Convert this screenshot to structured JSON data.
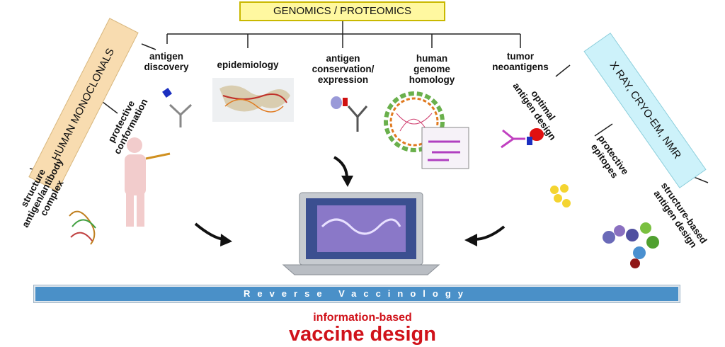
{
  "header": {
    "title": "GENOMICS / PROTEOMICS"
  },
  "left_panel": {
    "title": "HUMAN MONOCLONALS",
    "labels": [
      "protective conformation",
      "structure antigen/antibody complex"
    ]
  },
  "right_panel": {
    "title": "X RAY, CRYO-EM, NMR",
    "labels": [
      "optimal antigen design",
      "protective epitopes",
      "structure-based antigen design"
    ]
  },
  "top_branches": [
    "antigen discovery",
    "epidemiology",
    "antigen conservation/ expression",
    "human genome homology",
    "tumor neoantigens"
  ],
  "bar": {
    "label": "Reverse Vaccinology"
  },
  "footer": {
    "line1": "information-based",
    "line2": "vaccine design"
  },
  "colors": {
    "title_red": "#d0121a",
    "bar_blue": "#4a90c8",
    "header_yellow": "#fff8a0",
    "left_orange": "#f8dcb0",
    "right_cyan": "#cdf2fa"
  }
}
